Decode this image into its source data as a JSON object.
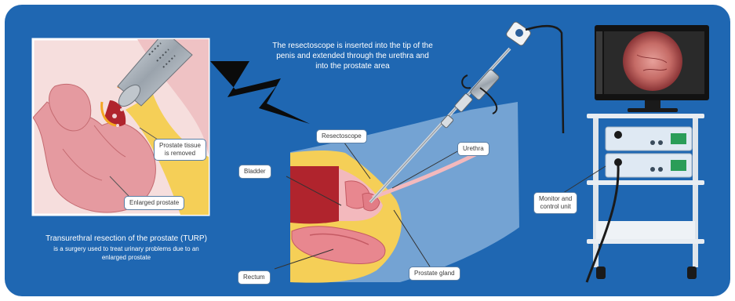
{
  "colors": {
    "background": "#1f67b2",
    "tissue_pink": "#e7a2a6",
    "fat_yellow": "#f5cf57",
    "bladder_red": "#b0242d",
    "label_border": "#5a7fa6"
  },
  "headline": {
    "line1": "The resectoscope is inserted into the tip of the",
    "line2": "penis and extended through the urethra and",
    "line3": "into the prostate area"
  },
  "inset_labels": {
    "tissue_removed_line1": "Prostate tissue",
    "tissue_removed_line2": "is removed",
    "enlarged_prostate": "Enlarged prostate"
  },
  "anatomy_labels": {
    "resectoscope": "Resectoscope",
    "urethra": "Urethra",
    "bladder": "Bladder",
    "rectum": "Rectum",
    "prostate_gland": "Prostate gland"
  },
  "equipment_label": {
    "line1": "Monitor and",
    "line2": "control unit"
  },
  "description": {
    "title": "Transurethral resection of the prostate (TURP)",
    "line1": "is a surgery used to treat urinary problems due to an",
    "line2": "enlarged prostate"
  },
  "icons": [
    "resectoscope-icon",
    "monitor-icon",
    "control-unit-icon",
    "equipment-cart-icon",
    "lightning-connector-icon"
  ]
}
